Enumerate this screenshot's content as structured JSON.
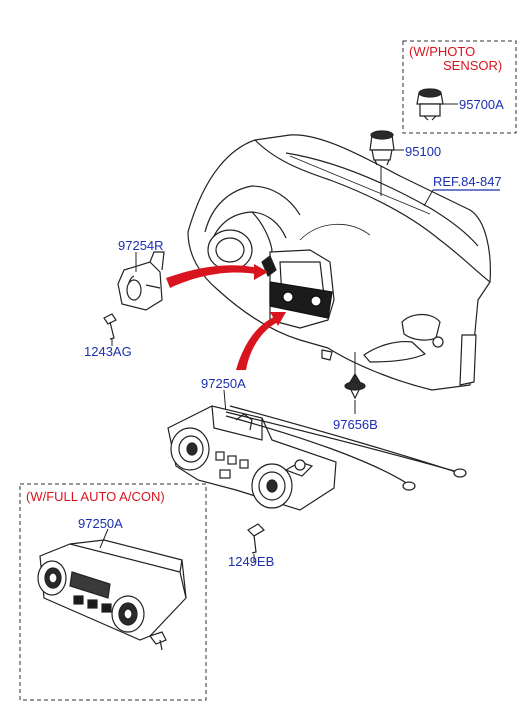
{
  "colors": {
    "part_label": "#1a2fb0",
    "variant_label": "#d8141e",
    "arrow": "#d8141e",
    "line": "#222222"
  },
  "photo_sensor_box": {
    "title_line1": "(W/PHOTO",
    "title_line2": "SENSOR)",
    "part": "95700A"
  },
  "parts": {
    "sensor": "95100",
    "reference": "REF.84-847",
    "bracket": "97254R",
    "bracket_screw": "1243AG",
    "heater_control": "97250A",
    "grommet": "97656B",
    "control_screw": "1249EB"
  },
  "auto_ac_box": {
    "title": "(W/FULL AUTO A/CON)",
    "part": "97250A"
  }
}
